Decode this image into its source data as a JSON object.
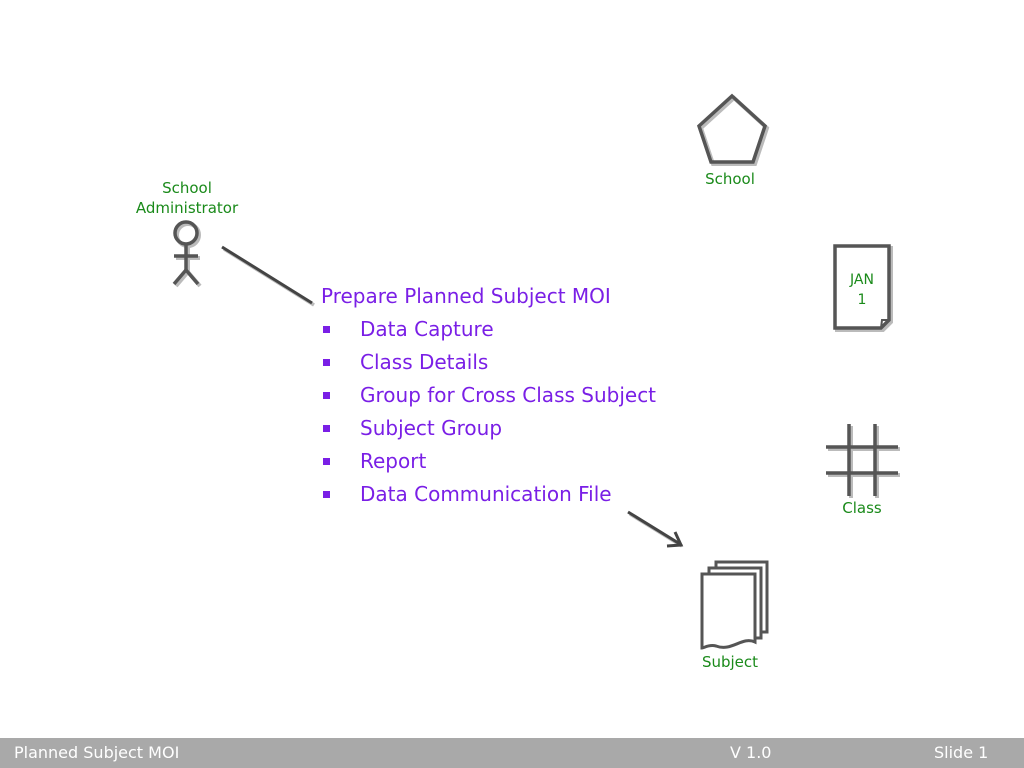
{
  "actor": {
    "label_line1": "School",
    "label_line2": "Administrator",
    "icon": "person-icon"
  },
  "school": {
    "label": "School",
    "icon": "pentagon-icon"
  },
  "calendar": {
    "line1": "JAN",
    "line2": "1",
    "icon": "calendar-icon"
  },
  "class": {
    "label": "Class",
    "icon": "grid-icon"
  },
  "subject": {
    "label": "Subject",
    "icon": "documents-icon"
  },
  "process": {
    "title": "Prepare Planned Subject MOI",
    "items": [
      "Data Capture",
      "Class Details",
      "Group for Cross Class Subject",
      "Subject Group",
      "Report",
      "Data Communication File"
    ]
  },
  "footer": {
    "title": "Planned Subject MOI",
    "version": "V 1.0",
    "slide": "Slide 1"
  },
  "colors": {
    "label": "#1a8a1a",
    "bullet": "#7a1fe6",
    "stroke": "#555555",
    "footer_bg": "#a9a9a9"
  }
}
